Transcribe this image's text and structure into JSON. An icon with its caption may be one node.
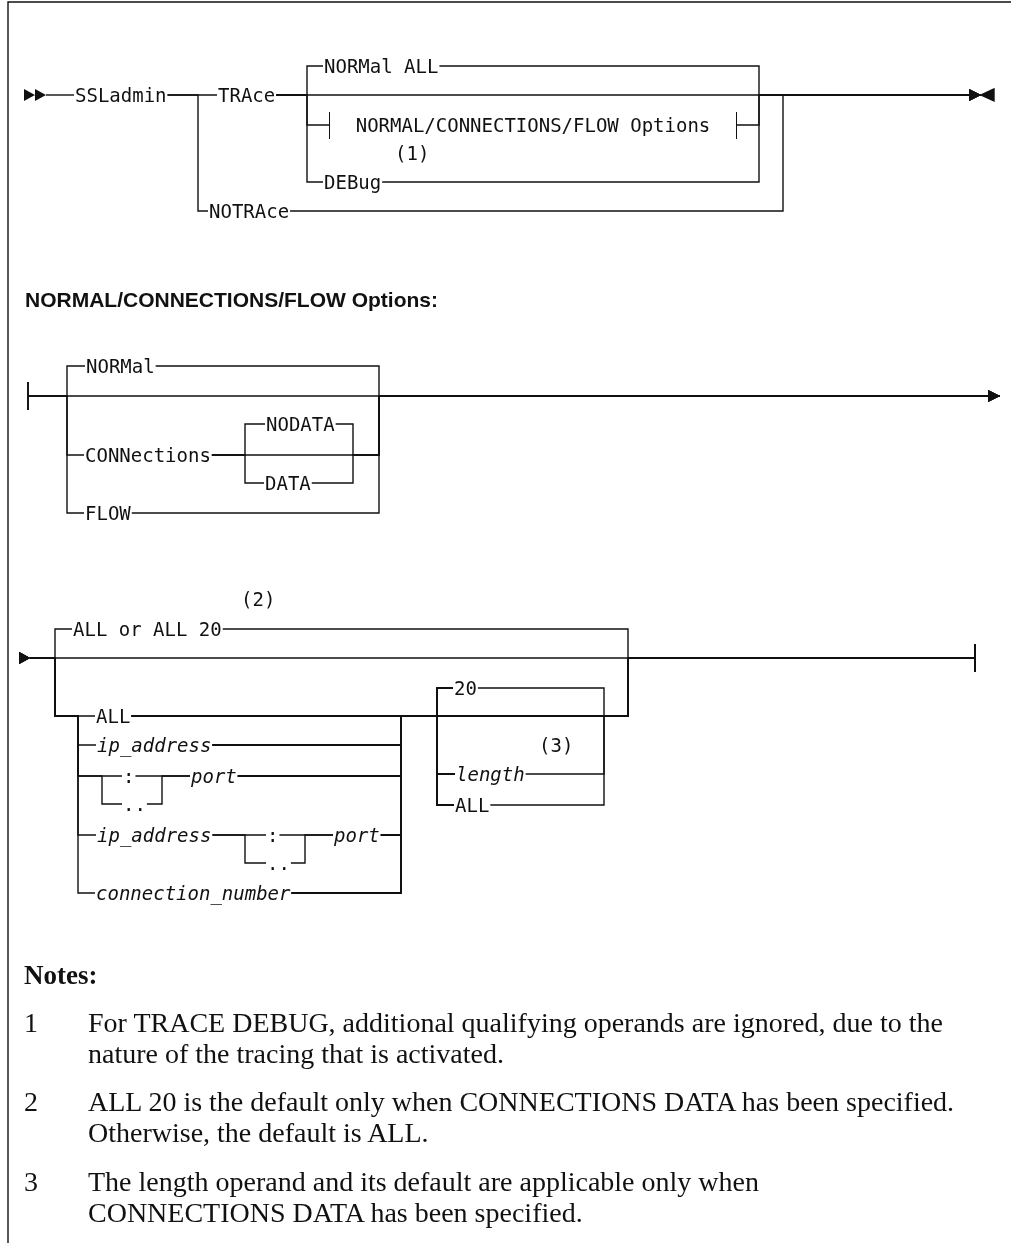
{
  "diagram": {
    "nodes": [
      {
        "text": [
          "SSLadmin"
        ]
      },
      {
        "text": [
          "TRAce"
        ]
      },
      {
        "text": [
          "NORMal ALL"
        ]
      },
      {
        "text": [
          "NORMAL/CONNECTIONS/FLOW Options"
        ]
      },
      {
        "text": [
          "DEBug"
        ]
      },
      {
        "text": [
          "NOTRAce"
        ]
      },
      {
        "text": [
          "NORMal"
        ]
      },
      {
        "text": [
          "CONNections"
        ]
      },
      {
        "text": [
          "NODATA"
        ]
      },
      {
        "text": [
          "DATA"
        ]
      },
      {
        "text": [
          "FLOW"
        ]
      },
      {
        "text": [
          "ALL or ALL 20"
        ],
        "beside": [
          "(2)"
        ]
      },
      {
        "text": [
          "ALL"
        ]
      },
      {
        "text": [
          "ip_address"
        ]
      },
      {
        "text": [
          ":"
        ]
      },
      {
        "text": [
          ".."
        ]
      },
      {
        "text": [
          "port"
        ]
      },
      {
        "text": [
          "ip_address"
        ]
      },
      {
        "text": [
          ":"
        ]
      },
      {
        "text": [
          ".."
        ]
      },
      {
        "text": [
          "port"
        ]
      },
      {
        "text": [
          "connection_number"
        ]
      },
      {
        "text": [
          "20"
        ]
      },
      {
        "text": [
          "length"
        ],
        "beside": [
          "(3)"
        ]
      },
      {
        "text": [
          "ALL"
        ]
      }
    ],
    "edges": [
      {
        "from": null,
        "to": 0,
        "arrow": "other"
      },
      {
        "from": 0,
        "to": 1,
        "arrow": "none"
      },
      {
        "from": 0,
        "to": 5,
        "arrow": "none"
      },
      {
        "from": 1,
        "to": 2,
        "arrow": "none"
      },
      {
        "from": 1,
        "to": 3,
        "arrow": "none"
      },
      {
        "from": 1,
        "to": 4,
        "arrow": "none"
      },
      {
        "from": 1,
        "to": null,
        "arrow": "to"
      },
      {
        "from": 2,
        "to": null,
        "arrow": "to"
      },
      {
        "from": 3,
        "to": null,
        "arrow": "to"
      },
      {
        "from": 4,
        "to": null,
        "arrow": "to"
      },
      {
        "from": 5,
        "to": null,
        "arrow": "to"
      },
      {
        "from": null,
        "to": 6,
        "arrow": "other"
      },
      {
        "from": null,
        "to": 7,
        "arrow": "other"
      },
      {
        "from": null,
        "to": 10,
        "arrow": "other"
      },
      {
        "from": 7,
        "to": 8,
        "arrow": "none"
      },
      {
        "from": 7,
        "to": 9,
        "arrow": "none"
      },
      {
        "from": 6,
        "to": null,
        "arrow": "to"
      },
      {
        "from": 7,
        "to": null,
        "arrow": "to"
      },
      {
        "from": 8,
        "to": null,
        "arrow": "to"
      },
      {
        "from": 9,
        "to": null,
        "arrow": "to"
      },
      {
        "from": 10,
        "to": null,
        "arrow": "to"
      },
      {
        "from": null,
        "to": 11,
        "arrow": "other"
      },
      {
        "from": null,
        "to": 12,
        "arrow": "other"
      },
      {
        "from": null,
        "to": 13,
        "arrow": "other"
      },
      {
        "from": null,
        "to": 14,
        "arrow": "other"
      },
      {
        "from": null,
        "to": 15,
        "arrow": "other"
      },
      {
        "from": null,
        "to": 17,
        "arrow": "other"
      },
      {
        "from": null,
        "to": 21,
        "arrow": "other"
      },
      {
        "from": 14,
        "to": 16,
        "arrow": "none"
      },
      {
        "from": 15,
        "to": 16,
        "arrow": "none"
      },
      {
        "from": 17,
        "to": 18,
        "arrow": "none"
      },
      {
        "from": 17,
        "to": 19,
        "arrow": "none"
      },
      {
        "from": 18,
        "to": 20,
        "arrow": "none"
      },
      {
        "from": 19,
        "to": 20,
        "arrow": "none"
      },
      {
        "from": 12,
        "to": 22,
        "arrow": "none"
      },
      {
        "from": 12,
        "to": 23,
        "arrow": "none"
      },
      {
        "from": 12,
        "to": 24,
        "arrow": "none"
      },
      {
        "from": 12,
        "to": null,
        "arrow": "other"
      },
      {
        "from": 13,
        "to": 22,
        "arrow": "none"
      },
      {
        "from": 13,
        "to": 23,
        "arrow": "none"
      },
      {
        "from": 13,
        "to": 24,
        "arrow": "none"
      },
      {
        "from": 13,
        "to": null,
        "arrow": "other"
      },
      {
        "from": 16,
        "to": 22,
        "arrow": "none"
      },
      {
        "from": 16,
        "to": 23,
        "arrow": "none"
      },
      {
        "from": 16,
        "to": 24,
        "arrow": "none"
      },
      {
        "from": 16,
        "to": null,
        "arrow": "other"
      },
      {
        "from": 20,
        "to": 22,
        "arrow": "none"
      },
      {
        "from": 20,
        "to": 23,
        "arrow": "none"
      },
      {
        "from": 20,
        "to": 24,
        "arrow": "none"
      },
      {
        "from": 20,
        "to": null,
        "arrow": "other"
      },
      {
        "from": 21,
        "to": 22,
        "arrow": "none"
      },
      {
        "from": 21,
        "to": 23,
        "arrow": "none"
      },
      {
        "from": 21,
        "to": 24,
        "arrow": "none"
      },
      {
        "from": 21,
        "to": null,
        "arrow": "other"
      },
      {
        "from": 11,
        "to": null,
        "arrow": "other"
      },
      {
        "from": 22,
        "to": null,
        "arrow": "other"
      },
      {
        "from": 23,
        "to": null,
        "arrow": "other"
      },
      {
        "from": 24,
        "to": null,
        "arrow": "other"
      }
    ],
    "labels": [
      "(1)",
      "NORMAL/CONNECTIONS/FLOW Options:",
      "Notes:",
      "1",
      "For TRACE DEBUG, additional qualifying operands are ignored, due to the nature of the tracing that is activated.",
      "2",
      "ALL 20 is the default only when CONNECTIONS DATA has been specified. Otherwise, the default is ALL.",
      "3",
      "The length operand and its default are applicable only when CONNECTIONS DATA has been specified."
    ]
  }
}
